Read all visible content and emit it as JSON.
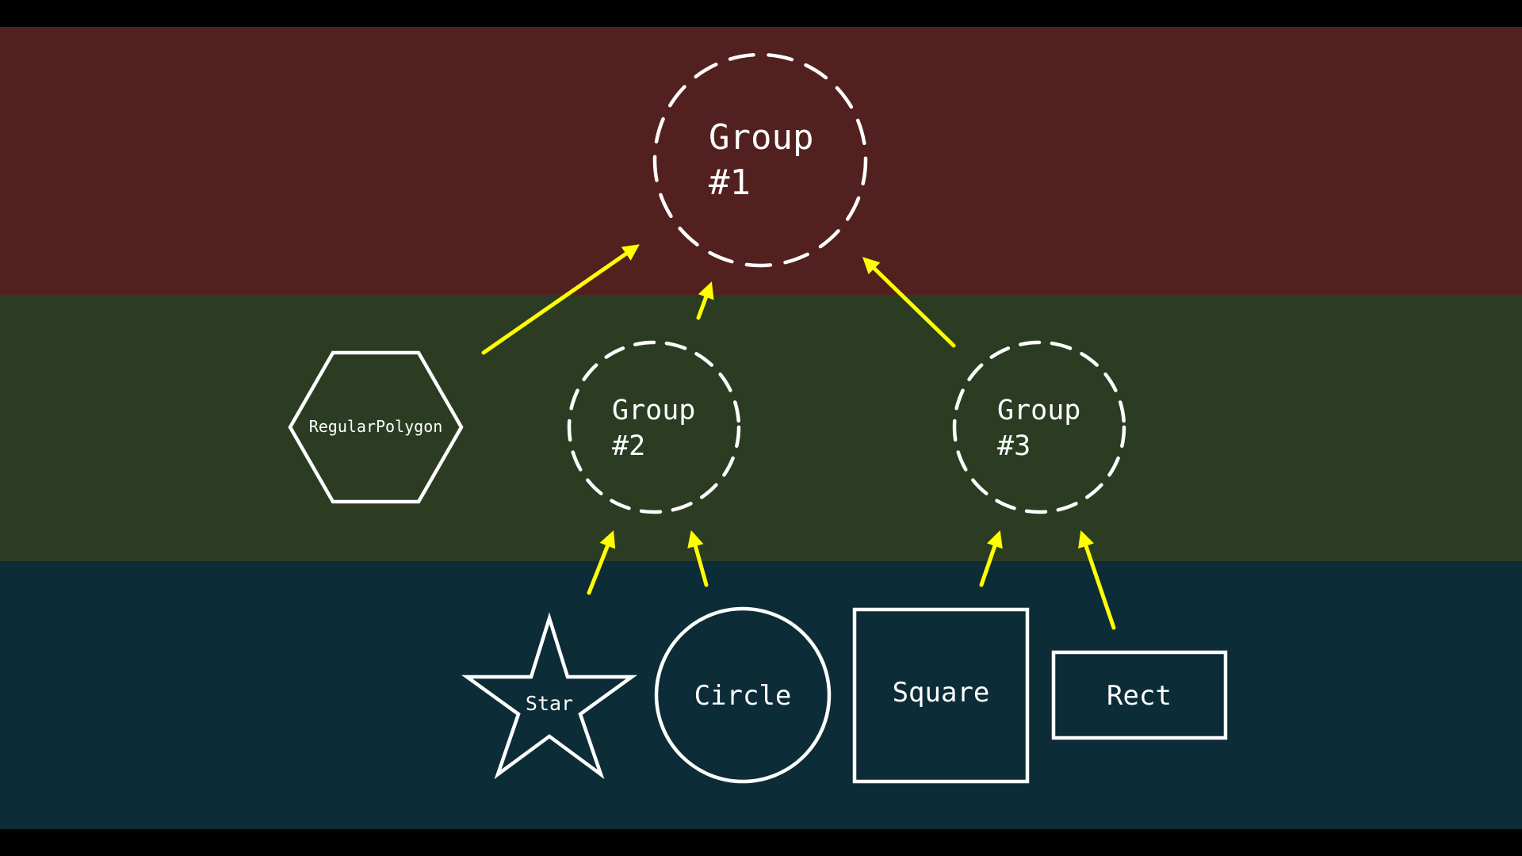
{
  "colors": {
    "page_background": "#000000",
    "band_top": "#52201f",
    "band_middle": "#2b3c23",
    "band_bottom": "#0c2c37",
    "shape_stroke": "#ffffff",
    "arrow": "#ffff00"
  },
  "groups": {
    "group1": {
      "line1": "Group",
      "line2": "#1"
    },
    "group2": {
      "line1": "Group",
      "line2": "#2"
    },
    "group3": {
      "line1": "Group",
      "line2": "#3"
    }
  },
  "shapes": {
    "regular_polygon": "RegularPolygon",
    "star": "Star",
    "circle": "Circle",
    "square": "Square",
    "rect": "Rect"
  },
  "relations": [
    {
      "from": "regular_polygon",
      "to": "group1"
    },
    {
      "from": "group2",
      "to": "group1"
    },
    {
      "from": "group3",
      "to": "group1"
    },
    {
      "from": "star",
      "to": "group2"
    },
    {
      "from": "circle",
      "to": "group2"
    },
    {
      "from": "square",
      "to": "group3"
    },
    {
      "from": "rect",
      "to": "group3"
    }
  ]
}
